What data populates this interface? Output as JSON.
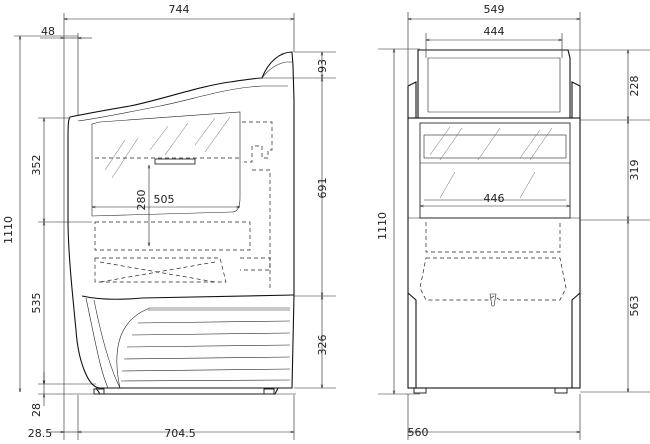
{
  "side_view": {
    "dims": {
      "overall_width": "744",
      "top_offset": "48",
      "top_trim": "93",
      "display_height": "352",
      "upper_height": "691",
      "total_height": "1110",
      "shelf_depth": "505",
      "shelf_height": "280",
      "base_height": "535",
      "plinth_height": "326",
      "foot_height": "28",
      "rear_offset": "28.5",
      "base_width": "704.5"
    }
  },
  "front_view": {
    "dims": {
      "overall_width": "549",
      "top_width": "444",
      "canopy_height": "228",
      "glass_height": "319",
      "inner_width": "446",
      "total_height": "1110",
      "lower_height": "563",
      "base_width": "560"
    }
  }
}
